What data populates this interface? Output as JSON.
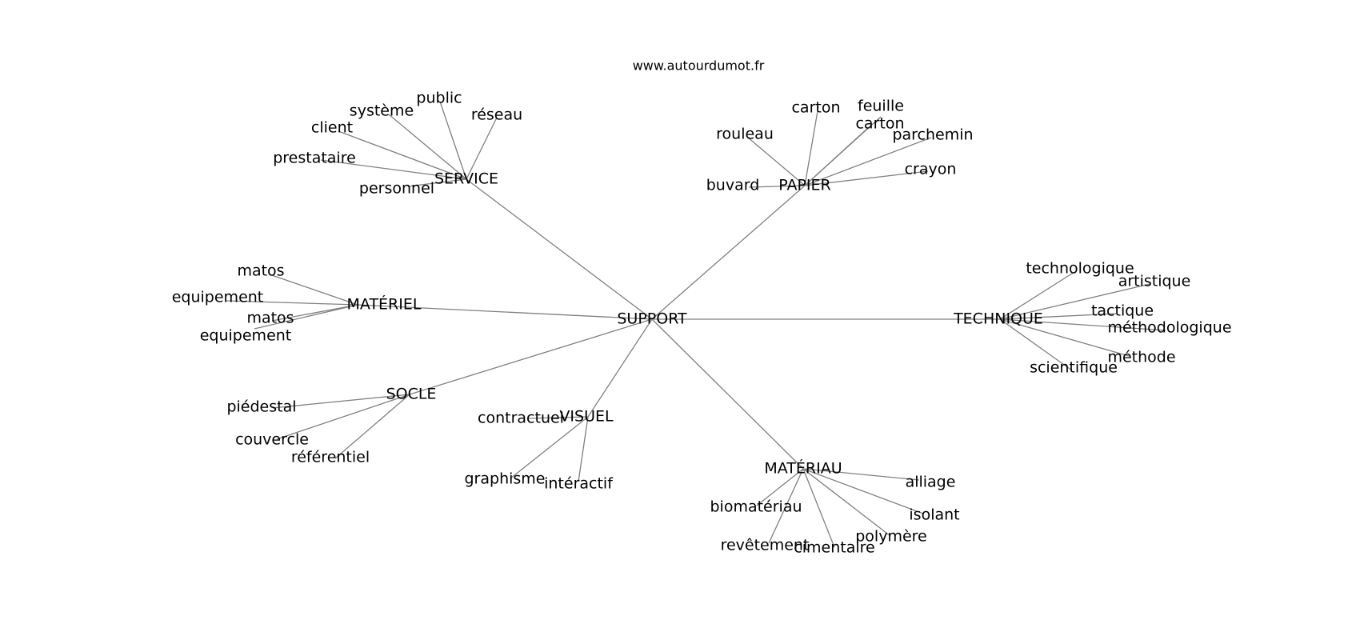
{
  "source": "www.autourdumot.fr",
  "colors": {
    "edge": "#808080",
    "text": "#000000",
    "background": "#ffffff"
  },
  "graph": {
    "root": "SUPPORT",
    "branches": [
      {
        "label": "SERVICE",
        "leaves": [
          "système",
          "public",
          "réseau",
          "client",
          "prestataire",
          "personnel"
        ]
      },
      {
        "label": "PAPIER",
        "leaves": [
          "carton",
          "feuille",
          "carton",
          "rouleau",
          "parchemin",
          "crayon",
          "buvard"
        ]
      },
      {
        "label": "MATÉRIEL",
        "leaves": [
          "matos",
          "equipement",
          "matos",
          "equipement"
        ]
      },
      {
        "label": "TECHNIQUE",
        "leaves": [
          "technologique",
          "artistique",
          "tactique",
          "méthodologique",
          "méthode",
          "scientifique"
        ]
      },
      {
        "label": "SOCLE",
        "leaves": [
          "piédestal",
          "couvercle",
          "référentiel"
        ]
      },
      {
        "label": "VISUEL",
        "leaves": [
          "contractuel",
          "graphisme",
          "intéractif"
        ]
      },
      {
        "label": "MATÉRIAU",
        "leaves": [
          "alliage",
          "biomatériau",
          "isolant",
          "polymère",
          "revêtement",
          "cimentaire"
        ]
      }
    ]
  }
}
